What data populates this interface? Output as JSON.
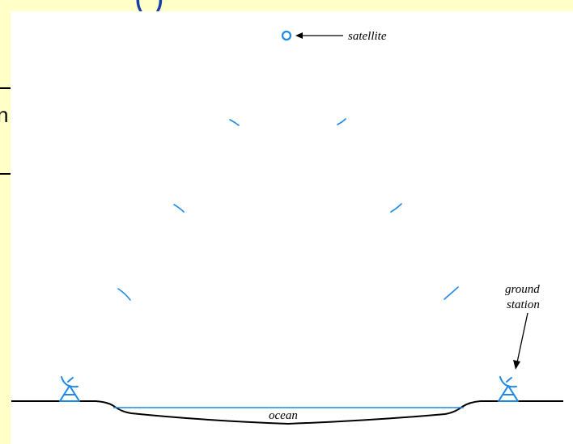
{
  "slide": {
    "title_fragment": "()",
    "side_letter": "n"
  },
  "figure": {
    "labels": {
      "satellite": "satellite",
      "ground_station_line1": "ground",
      "ground_station_line2": "station",
      "ocean": "ocean"
    },
    "colors": {
      "slide_background": "#ffffc8",
      "signal_blue": "#1e88e5",
      "ground": "#000000",
      "title_blue": "#1a3da8"
    },
    "icons": [
      "satellite-icon",
      "ground-station-icon",
      "ground-station-icon"
    ]
  }
}
